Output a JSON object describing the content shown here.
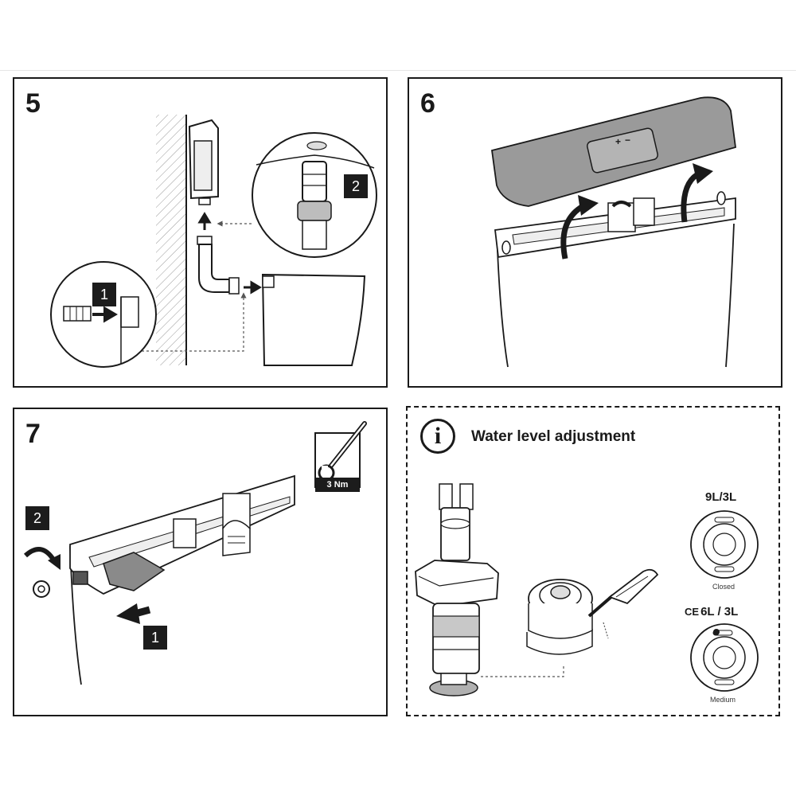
{
  "steps": [
    {
      "number": "5",
      "tags": [
        "1",
        "2"
      ]
    },
    {
      "number": "6"
    },
    {
      "number": "7",
      "tags": [
        "2",
        "1"
      ],
      "torque": "3 Nm"
    }
  ],
  "info": {
    "icon": "i",
    "title": "Water level adjustment",
    "settings": [
      {
        "label": "9L/3L",
        "caption": "Closed"
      },
      {
        "label": "6L / 3L",
        "mark": "CE",
        "caption": "Medium"
      }
    ]
  },
  "flush_button_symbols": [
    "+",
    "−"
  ],
  "colors": {
    "line": "#1a1a1a",
    "lid": "#9a9a9a",
    "tag": "#1c1c1c"
  }
}
